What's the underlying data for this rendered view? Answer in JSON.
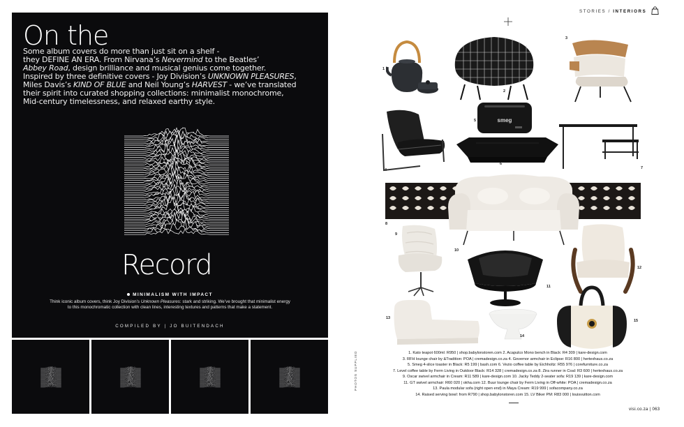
{
  "left": {
    "title_top": "On the",
    "intro": {
      "l1": "Some album covers do more than just sit on a shelf -",
      "l2a": "they DEFINE AN ERA. From Nirvana’s ",
      "l2b": "Nevermind",
      "l2c": " to the Beatles’",
      "l3a": "Abbey Road",
      "l3b": ", design brilliance and musical genius come together.",
      "l4a": "Inspired by three definitive covers - Joy Division’s ",
      "l4b": "UNKNOWN PLEASURES",
      "l4c": ",",
      "l5a": "Miles Davis’s ",
      "l5b": "KIND OF BLUE",
      "l5c": " and Neil Young’s ",
      "l5d": "HARVEST",
      "l5e": " - we’ve translated",
      "l6": "their spirit into curated shopping collections: minimalist monochrome,",
      "l7": "Mid-century timelessness, and relaxed earthy style."
    },
    "title_bottom": "Record",
    "section_heading": "MINIMALISM WITH IMPACT",
    "section_text_a": "Think iconic album covers, think Joy Division’s ",
    "section_text_b": "Unknown Pleasures",
    "section_text_c": ": stark and striking. We’ve brought that minimalist energy",
    "section_text_d": "to this monochromatic collection with clean lines, interesting textures and patterns that make a statement.",
    "compiled_by": "COMPILED BY | JO BUITENDACH"
  },
  "right": {
    "nav_section": "STORIES / ",
    "nav_current": "INTERIORS",
    "numbers": [
      "1",
      "2",
      "3",
      "4",
      "5",
      "6",
      "7",
      "8",
      "9",
      "10",
      "11",
      "12",
      "13",
      "14",
      "15"
    ],
    "credits": [
      "1. Kato teapot 600ml: R950 | shop.babylonstoren.com  2. Acapulco Mono bench in Black: R4 309 | kare-design.com",
      "3. RFH lounge chair by &Tradition: POA | cremadesign.co.za  4. Governor armchair in Eclipse: R16 800 | hertexhaus.co.za",
      "5. Smeg 4-slice toaster in Black: R5 199 | bash.com  6. Vezio coffee table by Eichholtz: R55 976 | corefurniture.co.za",
      "7. Level coffee table by Ferm Living in Outdoor Black: R14 328 | cremadesign.co.za  8. Zira runner in Coal: R3 600 | hertexhaus.co.za",
      "9. Oscar swivel armchair in Cream: R11 589 | kare-design.com  10. Jacky Teddy 2-seater sofa: R19 139 | kare-design.com",
      "11. GT swivel armchair: R60 020 | okha.com  12. Buur lounge chair by Ferm Living in Off-white: POA | cremadesign.co.za",
      "13. Paula modular sofa (right open end) in Maya Cream: R19 999 | sofacompany.co.za",
      "14. Raised serving bowl: from R790 | shop.babylonstoren.com  15. LV Biker PM: R83 000 | louisvuitton.com"
    ],
    "photos_credit": "PHOTOS SUPPLIED",
    "folio": "visi.co.za  |  063"
  }
}
